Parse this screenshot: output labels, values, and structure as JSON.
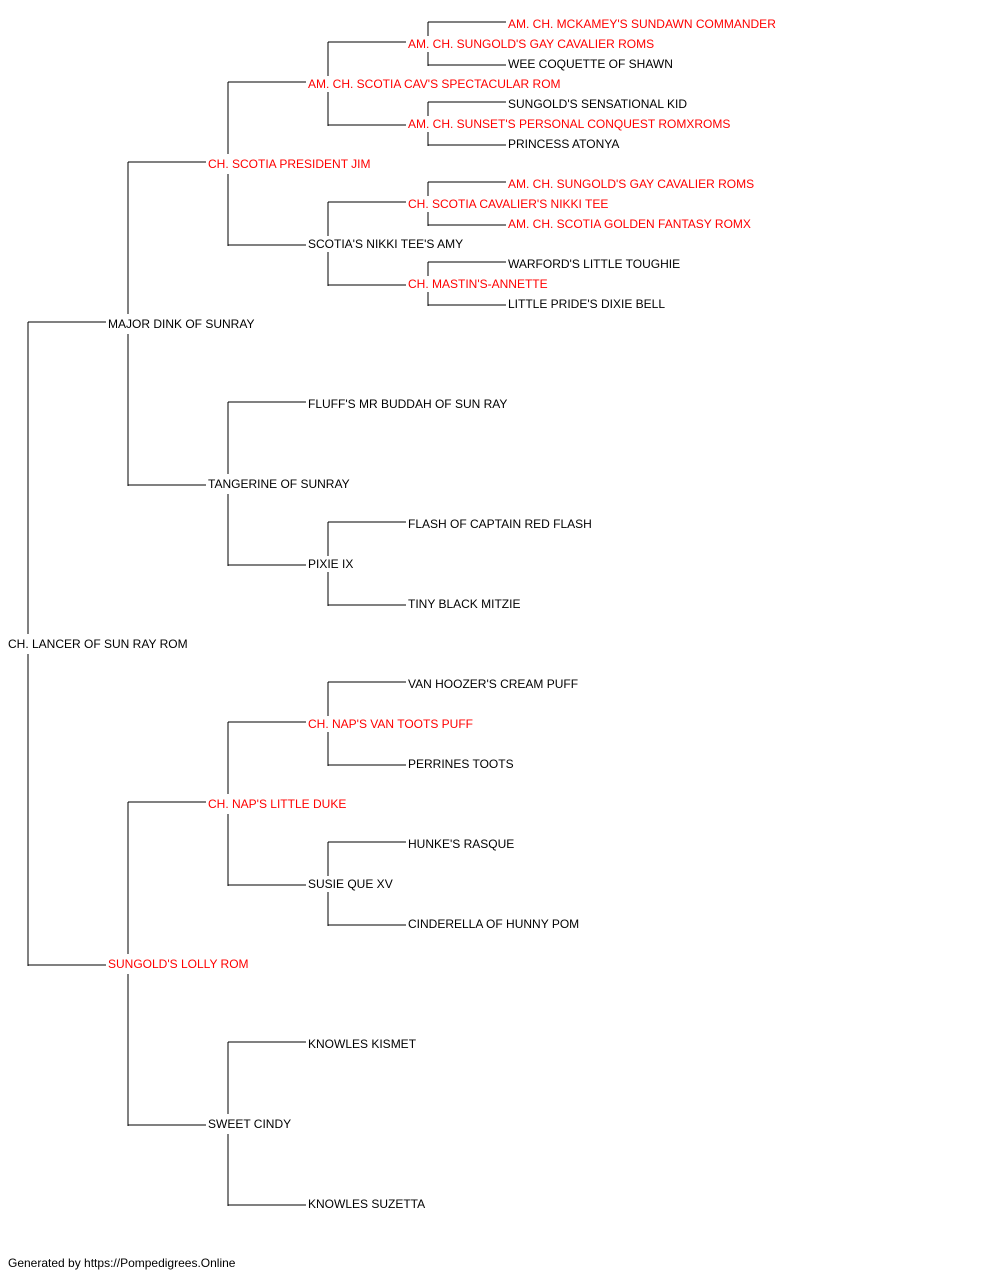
{
  "colors": {
    "champion": "#ff0000",
    "normal": "#000000",
    "line": "#000000"
  },
  "pedigree": {
    "name": "CH. LANCER OF SUN RAY ROM",
    "champion": false,
    "sire": {
      "name": "MAJOR DINK OF SUNRAY",
      "champion": false,
      "sire": {
        "name": "CH. SCOTIA PRESIDENT JIM",
        "champion": true,
        "sire": {
          "name": "AM. CH. SCOTIA CAV'S SPECTACULAR ROM",
          "champion": true,
          "sire": {
            "name": "AM. CH. SUNGOLD'S GAY CAVALIER ROMS",
            "champion": true,
            "sire": {
              "name": "AM. CH. MCKAMEY'S SUNDAWN COMMANDER",
              "champion": true
            },
            "dam": {
              "name": "WEE COQUETTE OF SHAWN",
              "champion": false
            }
          },
          "dam": {
            "name": "AM. CH. SUNSET'S PERSONAL CONQUEST ROMXROMS",
            "champion": true,
            "sire": {
              "name": "SUNGOLD'S SENSATIONAL KID",
              "champion": false
            },
            "dam": {
              "name": "PRINCESS ATONYA",
              "champion": false
            }
          }
        },
        "dam": {
          "name": "SCOTIA'S NIKKI TEE'S AMY",
          "champion": false,
          "sire": {
            "name": "CH. SCOTIA CAVALIER'S NIKKI TEE",
            "champion": true,
            "sire": {
              "name": "AM. CH. SUNGOLD'S GAY CAVALIER ROMS",
              "champion": true
            },
            "dam": {
              "name": "AM. CH. SCOTIA GOLDEN FANTASY ROMX",
              "champion": true
            }
          },
          "dam": {
            "name": "CH. MASTIN'S-ANNETTE",
            "champion": true,
            "sire": {
              "name": "WARFORD'S LITTLE TOUGHIE",
              "champion": false
            },
            "dam": {
              "name": "LITTLE PRIDE'S DIXIE BELL",
              "champion": false
            }
          }
        }
      },
      "dam": {
        "name": "TANGERINE OF SUNRAY",
        "champion": false,
        "sire": {
          "name": "FLUFF'S MR BUDDAH OF SUN RAY",
          "champion": false
        },
        "dam": {
          "name": "PIXIE IX",
          "champion": false,
          "sire": {
            "name": "FLASH OF CAPTAIN RED FLASH",
            "champion": false
          },
          "dam": {
            "name": "TINY BLACK MITZIE",
            "champion": false
          }
        }
      }
    },
    "dam": {
      "name": "SUNGOLD'S LOLLY ROM",
      "champion": true,
      "sire": {
        "name": "CH. NAP'S LITTLE DUKE",
        "champion": true,
        "sire": {
          "name": "CH. NAP'S VAN TOOTS PUFF",
          "champion": true,
          "sire": {
            "name": "VAN HOOZER'S CREAM PUFF",
            "champion": false
          },
          "dam": {
            "name": "PERRINES TOOTS",
            "champion": false
          }
        },
        "dam": {
          "name": "SUSIE QUE XV",
          "champion": false,
          "sire": {
            "name": "HUNKE'S RASQUE",
            "champion": false
          },
          "dam": {
            "name": "CINDERELLA OF HUNNY POM",
            "champion": false
          }
        }
      },
      "dam": {
        "name": "SWEET CINDY",
        "champion": false,
        "sire": {
          "name": "KNOWLES KISMET",
          "champion": false
        },
        "dam": {
          "name": "KNOWLES SUZETTA",
          "champion": false
        }
      }
    }
  },
  "footer": "Generated by https://Pompedigrees.Online"
}
